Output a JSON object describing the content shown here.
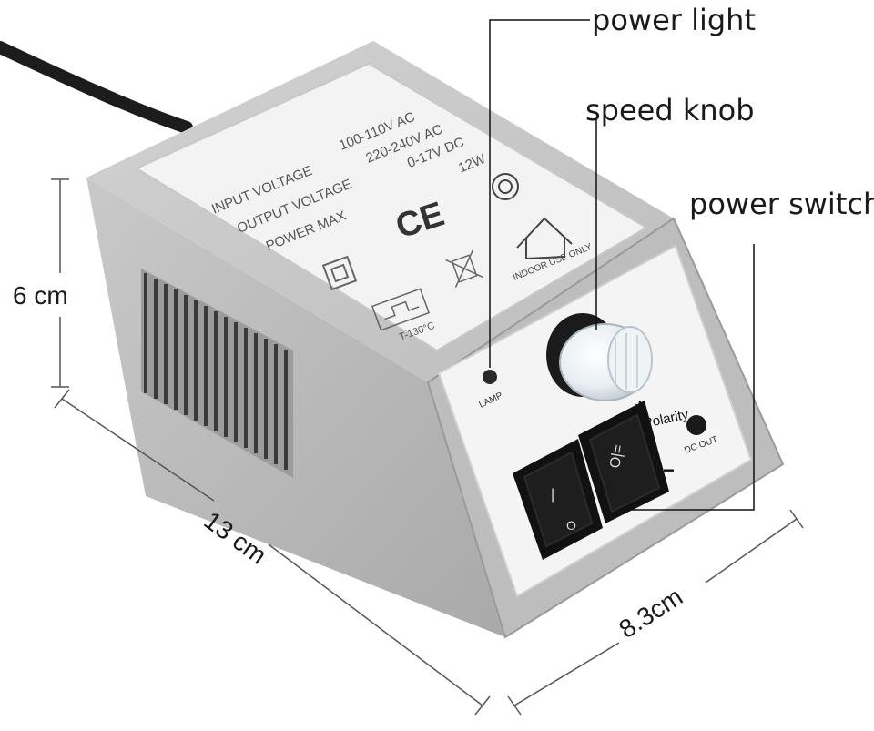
{
  "callouts": {
    "power_light": "power light",
    "speed_knob": "speed knob",
    "power_switch": "power switch"
  },
  "dimensions": {
    "height": "6 cm",
    "length": "13 cm",
    "width": "8.3cm"
  },
  "label_plate": {
    "input_voltage_label": "INPUT VOLTAGE",
    "input_voltage_value": "100-110V AC",
    "output_voltage_label": "OUTPUT VOLTAGE",
    "output_voltage_value_ac": "220-240V AC",
    "output_voltage_value_dc": "0-17V DC",
    "power_max_label": "POWER MAX",
    "power_max_value": "12W",
    "ce_mark": "CE",
    "indoor_use": "INDOOR USE ONLY",
    "temperature": "T-130°C"
  },
  "front_panel": {
    "lamp_label": "LAMP",
    "polarity_label": "Polarity",
    "plus_sign": "+",
    "minus_sign": "−",
    "dc_out_label": "DC OUT"
  },
  "switch_marks": {
    "left_on": "|",
    "left_off": "O",
    "right_symbol": "O|="
  },
  "colors": {
    "body_gray": "#b8b8b8",
    "panel_white": "#f4f4f4",
    "switch_black": "#111111",
    "cord_black": "#1c1c1c"
  }
}
